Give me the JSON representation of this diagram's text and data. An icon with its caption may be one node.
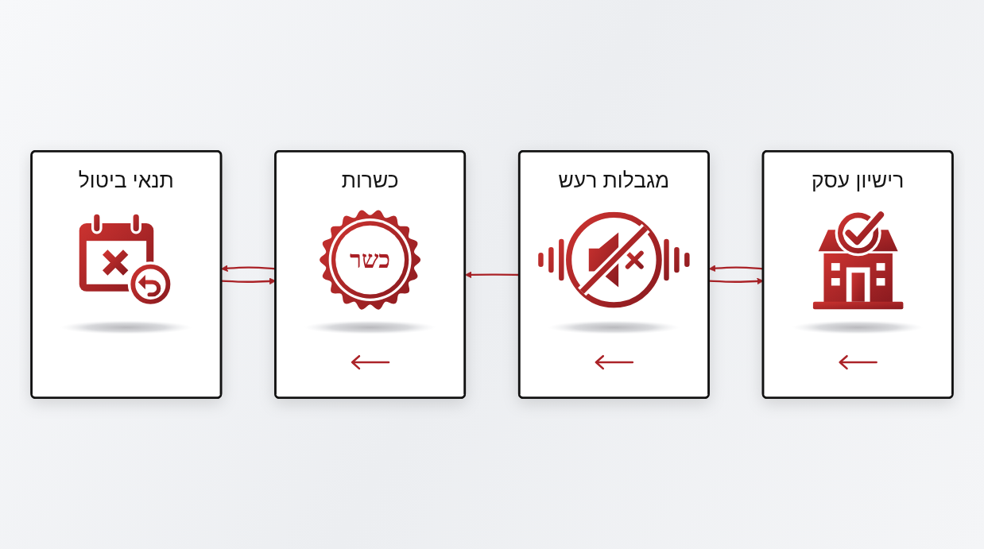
{
  "diagram": {
    "nodes": [
      {
        "text": [
          "רישיון עסק"
        ]
      },
      {
        "text": [
          "מגבלות רעש"
        ]
      },
      {
        "text": [
          "כשרות",
          "כשר"
        ]
      },
      {
        "text": [
          "תנאי ביטול"
        ]
      }
    ],
    "edges": [
      {
        "from": 1,
        "to": 0,
        "arrow": "to"
      },
      {
        "from": 0,
        "to": 1,
        "arrow": "to"
      },
      {
        "from": 1,
        "to": 2,
        "arrow": "to"
      },
      {
        "from": 3,
        "to": 2,
        "arrow": "to"
      },
      {
        "from": 2,
        "to": 3,
        "arrow": "to"
      }
    ]
  }
}
